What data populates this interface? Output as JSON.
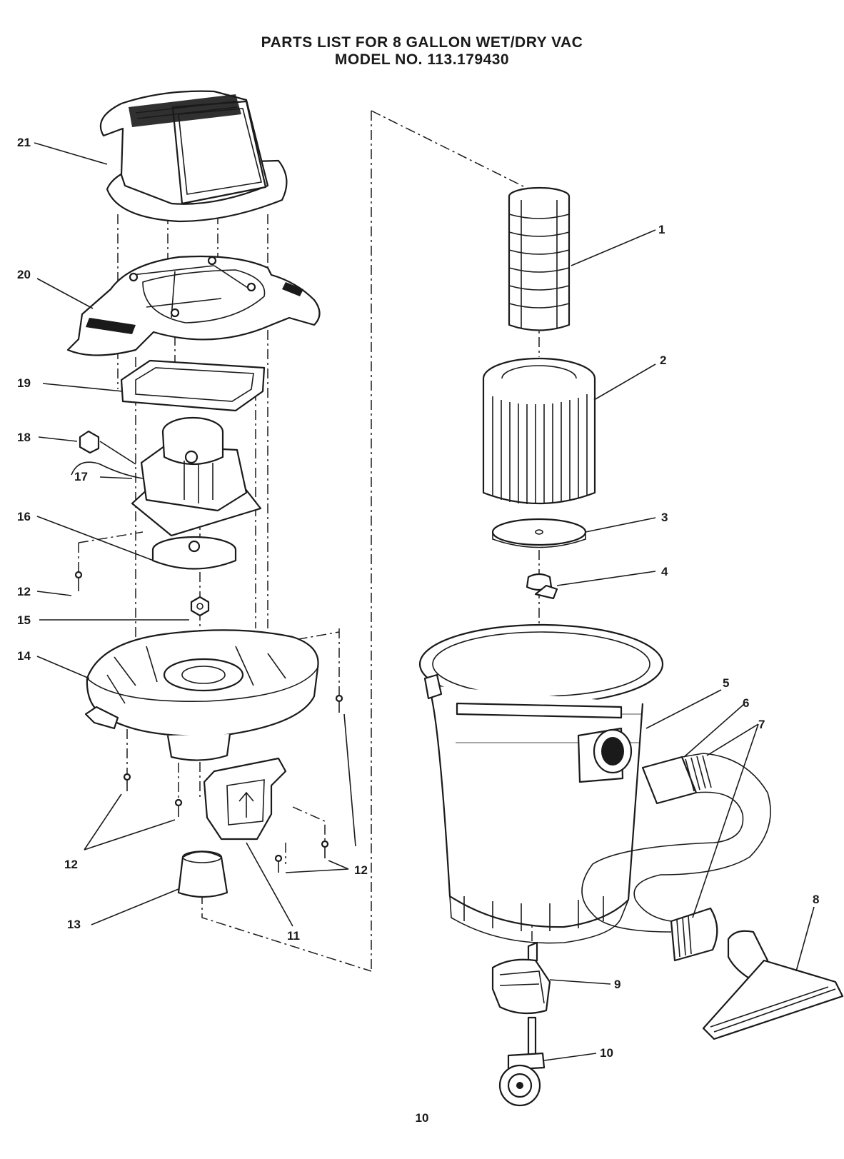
{
  "title": {
    "line1": "PARTS LIST FOR 8 GALLON WET/DRY VAC",
    "line2": "MODEL NO. 113.179430"
  },
  "callouts": {
    "c1": "1",
    "c2": "2",
    "c3": "3",
    "c4": "4",
    "c5": "5",
    "c6": "6",
    "c7": "7",
    "c8": "8",
    "c9": "9",
    "c10": "10",
    "c11": "11",
    "c12a": "12",
    "c12b": "12",
    "c12c": "12",
    "c12d": "12",
    "c13": "13",
    "c14": "14",
    "c15": "15",
    "c16": "16",
    "c17": "17",
    "c18": "18",
    "c19": "19",
    "c20": "20",
    "c21": "21"
  },
  "page_number": "10",
  "colors": {
    "ink": "#1a1a1a",
    "paper": "#ffffff"
  }
}
